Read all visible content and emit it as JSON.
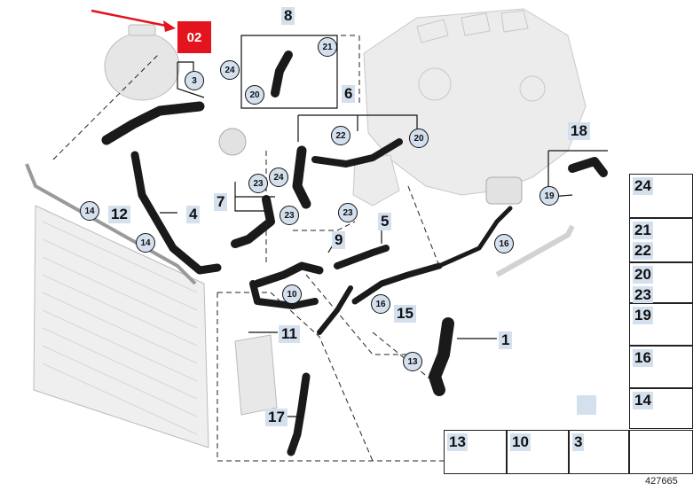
{
  "badge": "02",
  "callouts": {
    "n8": "8",
    "n21": "21",
    "n24a": "24",
    "n20a": "20",
    "n3": "3",
    "n6": "6",
    "n22": "22",
    "n20b": "20",
    "n18": "18",
    "n7": "7",
    "n23a": "23",
    "n24b": "24",
    "n23b": "23",
    "n23c": "23",
    "n19": "19",
    "n14a": "14",
    "n12": "12",
    "n4": "4",
    "n14b": "14",
    "n5": "5",
    "n16a": "16",
    "n9": "9",
    "n10": "10",
    "n16b": "16",
    "n15": "15",
    "n11": "11",
    "n13": "13",
    "n1": "1",
    "n17": "17"
  },
  "legend": {
    "l24": "24",
    "l21": "21",
    "l22": "22",
    "l20": "20",
    "l23": "23",
    "l19": "19",
    "l16": "16",
    "l14": "14",
    "l13": "13",
    "l10": "10",
    "l3": "3"
  },
  "reference_number": "427665",
  "colors": {
    "badge": "#e3141d",
    "label_bg": "#d4e0ee",
    "hose": "#1a1a1a",
    "part_light": "#e4e4e4"
  }
}
